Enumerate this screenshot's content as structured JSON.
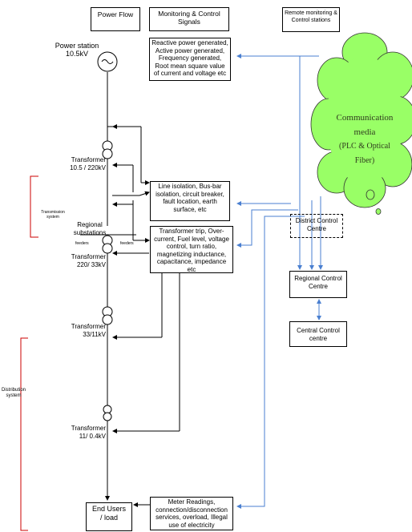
{
  "legend": {
    "power_flow": "Power Flow",
    "monitoring": "Monitoring & Control Signals",
    "remote": "Remote monitoring & Control stations"
  },
  "station": {
    "title": "Power station",
    "voltage": "10.5kV"
  },
  "transformers": [
    {
      "label": "Transformer",
      "rating": "10.5 / 220kV"
    },
    {
      "label": "Transformer",
      "rating": "220/ 33kV"
    },
    {
      "label": "Transformer",
      "rating": "33/11kV"
    },
    {
      "label": "Transformer",
      "rating": "11/ 0.4kV"
    }
  ],
  "regional_substations": "Regional substations",
  "feeders": "feeders",
  "boxes": {
    "generation": "Reactive power generated, Active power generated, Frequency generated, Root mean square value of current and voltage etc",
    "line": "Line isolation, Bus-bar isolation, circuit breaker, fault location, earth surface, etc",
    "transformer": "Transformer trip, Over-current, Fuel level, voltage control, turn ratio, magnetizing inductance, capacitance, impedance etc",
    "meter": "Meter Readings, connection/disconnection services, overload, Illegal use of electricity",
    "end_users": "End Users / load"
  },
  "cloud": {
    "line1": "Communication media",
    "line2": "(PLC & Optical Fiber)"
  },
  "centres": {
    "district": "District Control Centre",
    "regional": "Regional Control Centre",
    "central": "Central Control centre"
  },
  "systems": {
    "transmission": "Transmission system",
    "distribution": "Distribution system"
  },
  "colors": {
    "blue": "#4a7fd0",
    "cloud_fill": "#99ff66",
    "red": "#cc0000"
  }
}
